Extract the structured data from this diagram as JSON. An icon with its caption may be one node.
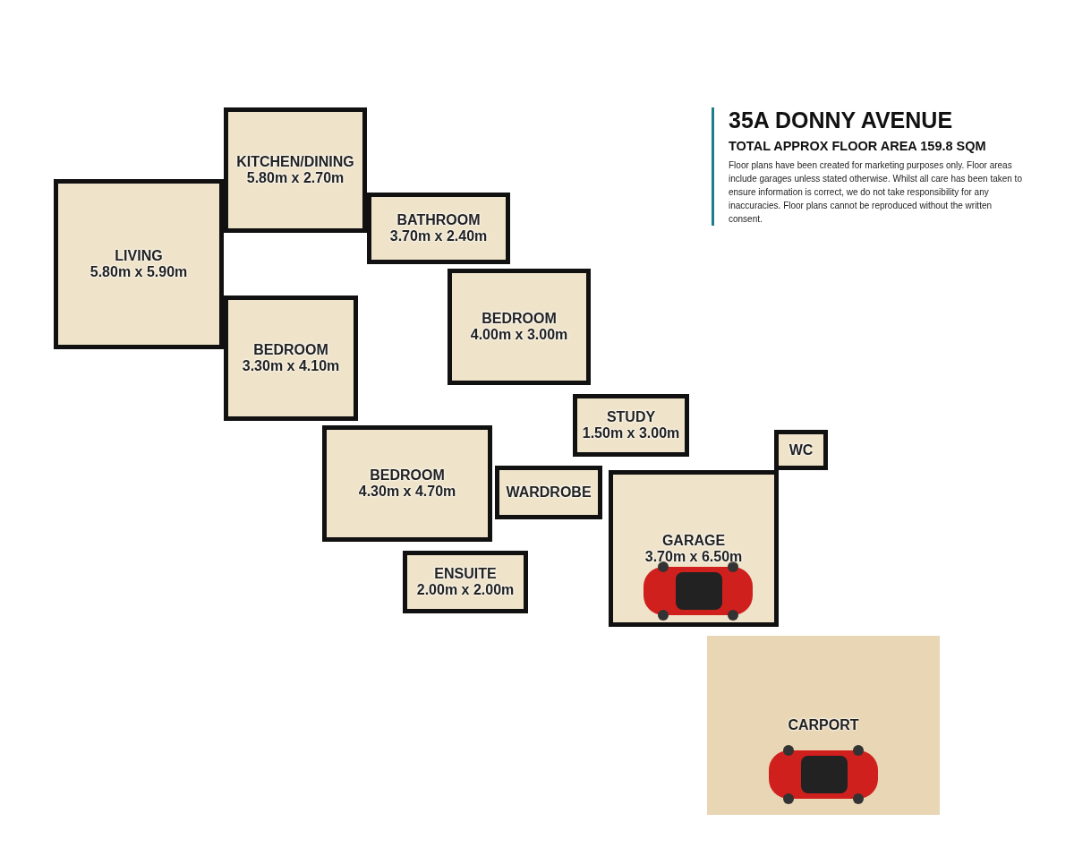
{
  "diagram": {
    "title": "35A DONNY AVENUE",
    "nodes": [
      {
        "text": [
          "KITCHEN/DINING",
          "5.80m x 2.70m"
        ]
      },
      {
        "text": [
          "LIVING",
          "5.80m x 5.90m"
        ]
      },
      {
        "text": [
          "BATHROOM",
          "3.70m x 2.40m"
        ]
      },
      {
        "text": [
          "BEDROOM",
          "4.00m x 3.00m"
        ]
      },
      {
        "text": [
          "BEDROOM",
          "3.30m x 4.10m"
        ]
      },
      {
        "text": [
          "STUDY",
          "1.50m x 3.00m"
        ]
      },
      {
        "text": [
          "BEDROOM",
          "4.30m x 4.70m"
        ]
      },
      {
        "text": [
          "WC"
        ]
      },
      {
        "text": [
          "WARDROBE"
        ]
      },
      {
        "text": [
          "ENSUITE",
          "2.00m x 2.00m"
        ]
      },
      {
        "text": [
          "GARAGE",
          "3.70m x 6.50m"
        ]
      },
      {
        "text": [
          "CARPORT"
        ]
      }
    ],
    "labels": [
      "TOTAL APPROX FLOOR AREA 159.8 SQM",
      "Floor plans have been created for marketing purposes only. Floor areas include garages unless stated otherwise. Whilst all care has been taken to ensure information is correct, we do not take responsibility for any inaccuracies. Floor plans cannot be reproduced without the written consent."
    ]
  }
}
